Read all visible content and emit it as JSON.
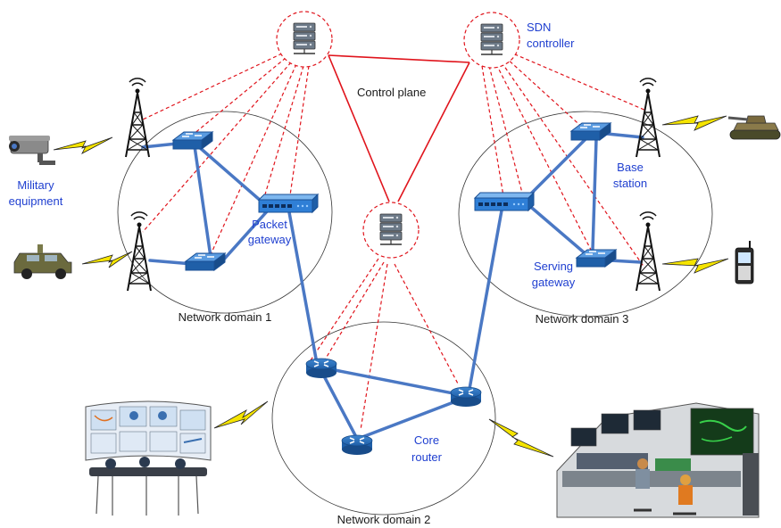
{
  "labels": {
    "sdn_controller_line1": "SDN",
    "sdn_controller_line2": "controller",
    "control_plane": "Control plane",
    "military_equipment_line1": "Military",
    "military_equipment_line2": "equipment",
    "packet_gateway_line1": "Packet",
    "packet_gateway_line2": "gateway",
    "base_station_line1": "Base",
    "base_station_line2": "station",
    "serving_gateway_line1": "Serving",
    "serving_gateway_line2": "gateway",
    "network_domain_1": "Network domain 1",
    "network_domain_2": "Network domain 2",
    "network_domain_3": "Network domain 3",
    "core_router_line1": "Core",
    "core_router_line2": "router"
  },
  "colors": {
    "data_link": "#4a78c4",
    "control_link": "#e0141c",
    "label_blue": "#1f3fd0",
    "device_blue": "#2a6fc0",
    "wireless": "#f5e400"
  },
  "icons": [
    "server-icon",
    "cell-tower-icon",
    "switch-icon",
    "router-icon",
    "gateway-icon",
    "camera-icon",
    "military-vehicle-icon",
    "tank-icon",
    "mobile-phone-icon",
    "control-room-icon",
    "lightning-icon"
  ]
}
